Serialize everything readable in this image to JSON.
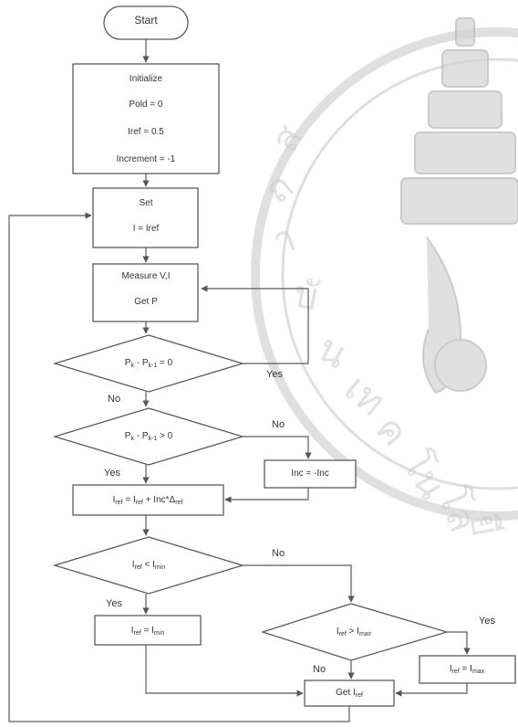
{
  "watermark": {
    "colors": {
      "stroke": "#b9b9b9",
      "fill": "#d6d6d6"
    },
    "text": "สถาบันเทคโนโลยีพระ"
  },
  "nodes": {
    "start": "Start",
    "init": {
      "title": "Initialize",
      "lines": [
        "Pold = 0",
        "Iref = 0.5",
        "Increment = -1"
      ]
    },
    "set": {
      "title": "Set",
      "line": "I = Iref"
    },
    "measure": {
      "title": "Measure V,I",
      "line": "Get P"
    },
    "dec1": {
      "a": "P",
      "a_sub": "k",
      "mid": " - P",
      "b_sub": "k-1",
      "tail": " = 0"
    },
    "dec2": {
      "a": "P",
      "a_sub": "k",
      "mid": " - P",
      "b_sub": "k-1",
      "tail": " > 0"
    },
    "inc": "Inc = -Inc",
    "update": {
      "a": "I",
      "a_sub": "ref",
      "eq": " = I",
      "b_sub": "ref",
      "plus": " + Inc*Δ",
      "c_sub": "ref"
    },
    "dec3": {
      "a": "I",
      "a_sub": "ref",
      "op": " < I",
      "b_sub": "min"
    },
    "setmin": {
      "a": "I",
      "a_sub": "ref",
      "eq": " = I",
      "b_sub": "min"
    },
    "dec4": {
      "a": "I",
      "a_sub": "ref",
      "op": " > I",
      "b_sub": "max"
    },
    "setmax": {
      "a": "I",
      "a_sub": "ref",
      "eq": " = I",
      "b_sub": "max"
    },
    "getiref": {
      "a": "Get I",
      "a_sub": "ref"
    }
  },
  "edges": {
    "yes": "Yes",
    "no": "No"
  }
}
